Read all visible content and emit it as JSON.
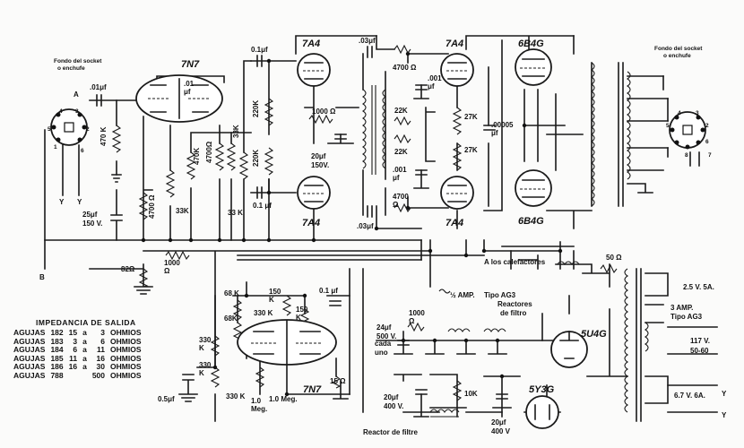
{
  "labels": {
    "socket_left": [
      "Fondo del socket",
      "o enchufe"
    ],
    "socket_right": [
      "Fondo del socket",
      "o enchufe"
    ],
    "node_a": "A",
    "node_b": "B",
    "yy_left": [
      "Y",
      "Y"
    ],
    "yy_right": [
      "Y",
      "Y"
    ],
    "socket_pins_left": [
      "4",
      "3",
      "5",
      "2",
      "1",
      "6"
    ],
    "socket_pins_right": [
      "4",
      "3",
      "5",
      "2",
      "6",
      "7",
      "8"
    ],
    "heaters": "A los calefactores",
    "reactores": [
      "Reactores",
      "de filtro"
    ],
    "reactor_filtre": "Reactor de filtre",
    "cada_uno": [
      "cada",
      "uno"
    ],
    "amp_fuse": "½ AMP.",
    "tipo_ag3": "Tipo AG3",
    "three_amp": [
      "3 AMP.",
      "Tipo AG3"
    ],
    "v_25": "2.5 V. 5A.",
    "v_117": [
      "117 V.",
      "50-60"
    ],
    "v_67": "6.7 V. 6A."
  },
  "tubes": {
    "t7n7_top": "7N7",
    "t7a4_1": "7A4",
    "t7a4_2": "7A4",
    "t7a4_3": "7A4",
    "t7a4_4": "7A4",
    "t6b4g_1": "6B4G",
    "t6b4g_2": "6B4G",
    "t5u4g": "5U4G",
    "t5y3g": "5Y3G",
    "t7n7_bot": "7N7"
  },
  "components": {
    "c01_a": ".01μf",
    "c01_b": ".01\nμf",
    "c01_c": "0.1μf",
    "c01_d": "0.1 μf",
    "c03_a": ".03μf",
    "c03_b": ".03μf",
    "c001_a": ".001\nμf",
    "c001_b": ".001\nμf",
    "c00005": ".00005\nμf",
    "c25": [
      "25μf",
      "150 V."
    ],
    "c20_top": [
      "20μf",
      "150V."
    ],
    "c24": [
      "24μf",
      "500 V."
    ],
    "c20_bot_l": [
      "20μf",
      "400 V."
    ],
    "c20_bot_r": [
      "20μf",
      "400 V"
    ],
    "c05": "0.5μf",
    "c01_bot": "0.1 μf",
    "r470k": "470 K",
    "r4700_a": "4700 Ω",
    "r33k_a": "33K",
    "r33k_b": "33K",
    "r33k_c": "33 K",
    "r470k_b": "470K",
    "r4700_b": "4700Ω",
    "r220k_a": "220K",
    "r220k_b": "220K",
    "r1000_a": "1000 Ω",
    "r4700_c": "4700 Ω",
    "r4700_d": "4700\nΩ",
    "r22k_a": "22K",
    "r22k_b": "22K",
    "r27k_a": "27K",
    "r27k_b": "27K",
    "r82": "82Ω",
    "r1000_b": "1000\nΩ",
    "r50": "50 Ω",
    "r68k_a": "68 K",
    "r68k_b": "68K",
    "r150k_a": "150\nK",
    "r150k_b": "150\nK",
    "r330k_a": "330 K",
    "r330k_b": "330\nK",
    "r330k_c": "330\nK",
    "r330k_d": "330 K",
    "r1meg_a": "1.0\nMeg.",
    "r1meg_b": "1.0 Meg.",
    "r15": "15 Ω",
    "r1000_c": "1000\nΩ",
    "r10k": "10K"
  },
  "impedance": {
    "title": "IMPEDANCIA DE SALIDA",
    "rows": [
      [
        "AGUJAS",
        "182",
        "15",
        "a",
        "3",
        "OHMIOS"
      ],
      [
        "AGUJAS",
        "183",
        "3",
        "a",
        "6",
        "OHMIOS"
      ],
      [
        "AGUJAS",
        "184",
        "6",
        "a",
        "11",
        "OHMIOS"
      ],
      [
        "AGUJAS",
        "185",
        "11",
        "a",
        "16",
        "OHMIOS"
      ],
      [
        "AGUJAS",
        "186",
        "16",
        "a",
        "30",
        "OHMIOS"
      ],
      [
        "AGUJAS",
        "788",
        "",
        "",
        "500",
        "OHMIOS"
      ]
    ]
  }
}
